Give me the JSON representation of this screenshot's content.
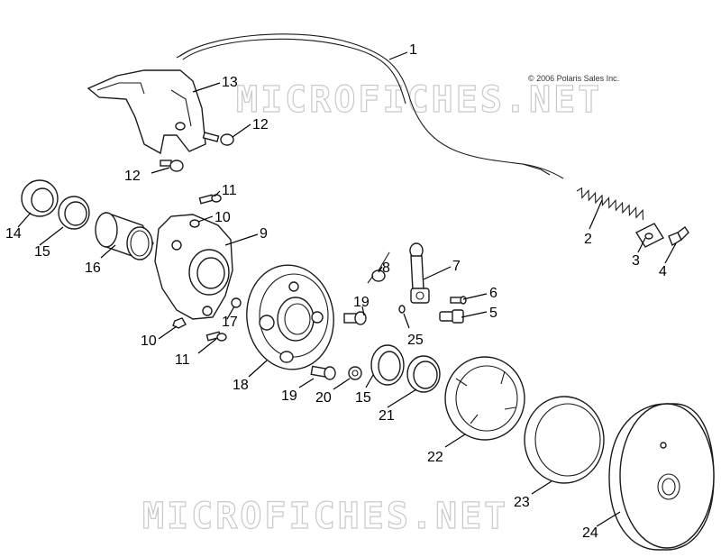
{
  "copyright": "© 2006 Polaris Sales Inc.",
  "watermark": "MICROFICHES.NET",
  "callouts": [
    {
      "id": "1",
      "text": "1"
    },
    {
      "id": "2",
      "text": "2"
    },
    {
      "id": "3",
      "text": "3"
    },
    {
      "id": "4",
      "text": "4"
    },
    {
      "id": "5",
      "text": "5"
    },
    {
      "id": "6",
      "text": "6"
    },
    {
      "id": "7",
      "text": "7"
    },
    {
      "id": "8",
      "text": "8"
    },
    {
      "id": "9",
      "text": "9"
    },
    {
      "id": "10a",
      "text": "10"
    },
    {
      "id": "10b",
      "text": "10"
    },
    {
      "id": "11a",
      "text": "11"
    },
    {
      "id": "11b",
      "text": "11"
    },
    {
      "id": "12a",
      "text": "12"
    },
    {
      "id": "12b",
      "text": "12"
    },
    {
      "id": "13",
      "text": "13"
    },
    {
      "id": "14",
      "text": "14"
    },
    {
      "id": "15a",
      "text": "15"
    },
    {
      "id": "15b",
      "text": "15"
    },
    {
      "id": "16",
      "text": "16"
    },
    {
      "id": "17",
      "text": "17"
    },
    {
      "id": "18",
      "text": "18"
    },
    {
      "id": "19a",
      "text": "19"
    },
    {
      "id": "19b",
      "text": "19"
    },
    {
      "id": "20",
      "text": "20"
    },
    {
      "id": "21",
      "text": "21"
    },
    {
      "id": "22",
      "text": "22"
    },
    {
      "id": "23",
      "text": "23"
    },
    {
      "id": "24",
      "text": "24"
    },
    {
      "id": "25",
      "text": "25"
    }
  ]
}
